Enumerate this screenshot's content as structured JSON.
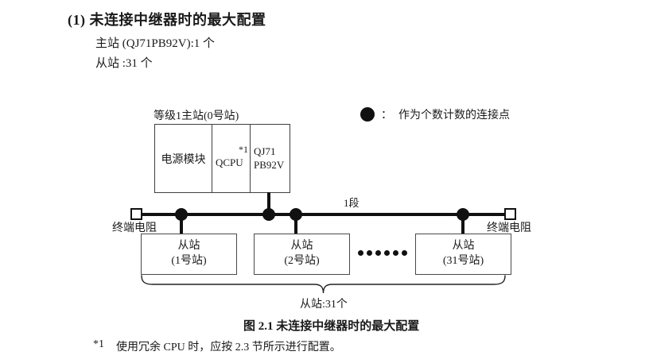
{
  "header": {
    "heading": "(1) 未连接中继器时的最大配置",
    "master_line": "主站 (QJ71PB92V):1 个",
    "slave_line": "从站 :31 个"
  },
  "diagram": {
    "master": {
      "label": "等级1主站(0号站)",
      "modules": [
        {
          "name": "电源模块"
        },
        {
          "name": "QCPU",
          "note": "*1"
        },
        {
          "line1": "QJ71",
          "line2": "PB92V"
        }
      ]
    },
    "legend": {
      "symbol": "connection-count-dot",
      "separator": "：",
      "text": "作为个数计数的连接点"
    },
    "segment_label": "1段",
    "terminators": {
      "left": "终端电阻",
      "right": "终端电阻"
    },
    "slaves": [
      {
        "line1": "从站",
        "line2": "(1号站)"
      },
      {
        "line1": "从站",
        "line2": "(2号站)"
      },
      {
        "line1": "从站",
        "line2": "(31号站)"
      }
    ],
    "brace_label": "从站:31个"
  },
  "caption": "图 2.1 未连接中继器时的最大配置",
  "footnote": {
    "marker": "*1",
    "text": "使用冗余 CPU 时，应按 2.3 节所示进行配置。"
  },
  "colors": {
    "ink": "#111111",
    "border": "#3f3f3f",
    "background": "#ffffff"
  }
}
